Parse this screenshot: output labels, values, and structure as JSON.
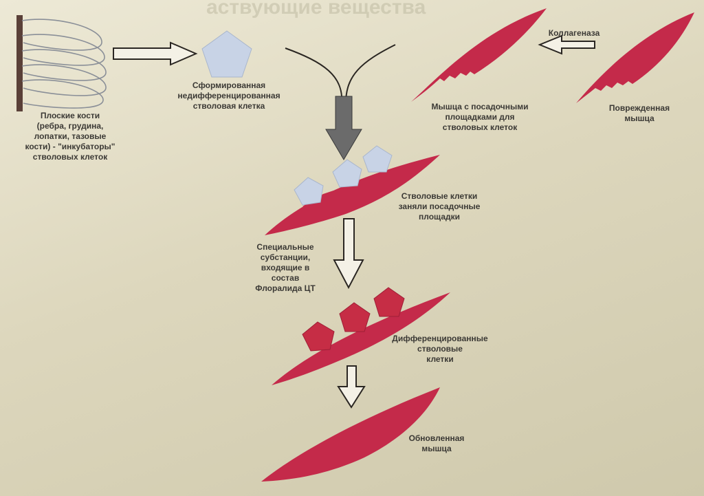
{
  "background_heading": "аствующие вещества",
  "labels": {
    "flat_bones": "Плоские кости\n(ребра, грудина,\nлопатки, тазовые\nкости) - \"инкубаторы\"\nстволовых клеток",
    "stem_cell": "Сформированная\nнедифференцированная\nстволовая клетка",
    "muscle_sites": "Мышца с посадочными\nплощадками для\nстволовых клеток",
    "collagenase": "Коллагеназа",
    "damaged_muscle": "Поврежденная\nмышца",
    "sites_occupied": "Стволовые клетки\nзаняли посадочные\nплощадки",
    "special_substances": "Специальные\nсубстанции,\nвходящие в\nсостав\nФлоралида ЦТ",
    "differentiated": "Дифференцированные\nстволовые\nклетки",
    "renewed_muscle": "Обновленная\nмышца"
  },
  "colors": {
    "muscle": "#c42a4a",
    "stem_cell_fill": "#c8d3e6",
    "differentiated_cell_fill": "#c62d45",
    "arrow_fill": "#f4f1e6",
    "arrow_stroke": "#2a2622",
    "funnel_arrow": "#6b6b6b",
    "bone": "#5a4038",
    "text": "#3b3935"
  }
}
